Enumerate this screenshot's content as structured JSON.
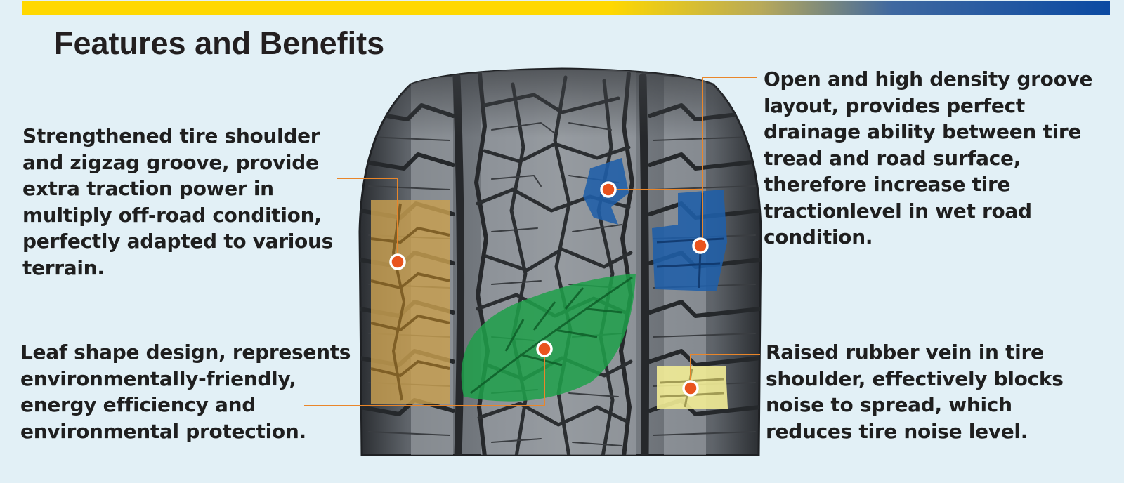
{
  "title": "Features and Benefits",
  "colors": {
    "accent_yellow": "#ffd800",
    "accent_blue": "#0b4aa2",
    "marker_orange": "#e9531d",
    "leader_line": "#e9862a",
    "shoulder_highlight": "#c9a050",
    "leaf_highlight": "#1fa04a",
    "groove_highlight": "#1f5fa8",
    "vein_highlight": "#f2ec96",
    "background": "#e2f0f6"
  },
  "callouts": {
    "shoulder": {
      "lines": [
        "Strengthened tire shoulder",
        "and zigzag groove, provide",
        "extra traction power in",
        "multiply off-road condition,",
        "perfectly adapted to various",
        "terrain."
      ]
    },
    "leaf": {
      "lines": [
        "Leaf shape design, represents",
        "environmentally-friendly,",
        "energy efficiency and",
        "environmental protection."
      ]
    },
    "groove": {
      "lines": [
        "Open and high density groove",
        "layout, provides perfect",
        "drainage ability between tire",
        "tread and road surface,",
        "therefore increase tire",
        "tractionlevel in wet road",
        "condition."
      ]
    },
    "vein": {
      "lines": [
        "Raised rubber vein in tire",
        "shoulder, effectively blocks",
        "noise to spread, which",
        "reduces tire noise level."
      ]
    }
  }
}
